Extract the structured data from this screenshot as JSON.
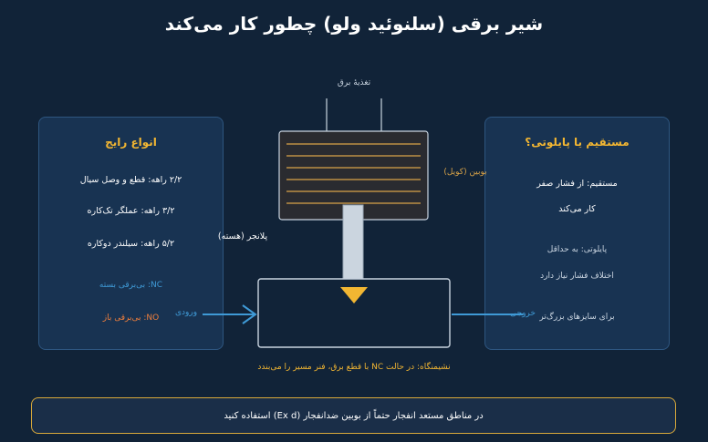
{
  "title": "شیر برقی (سلنوئید ولو) چطور کار می‌کند",
  "diagram": {
    "power_label": "تغذیهٔ برق",
    "coil_label": "بوبین (کویل)",
    "plunger_label": "پلانجر (هسته)",
    "inlet_label": "ورودی",
    "outlet_label": "خروجی",
    "seat_note": "نشیمنگاه: در حالت NC با قطع برق، فنر مسیر را می‌بندد"
  },
  "left_panel": {
    "title": "انواع رایج",
    "items": [
      "۲/۲ راهه: قطع و وصل سیال",
      "۳/۲ راهه: عملگر تک‌کاره",
      "۵/۲ راهه: سیلندر دوکاره"
    ],
    "nc": "NC: بی‌برقی بسته",
    "no": "NO: بی‌برقی باز"
  },
  "right_panel": {
    "title": "مستقیم یا پایلوتی؟",
    "direct_line1": "مستقیم: از فشار صفر",
    "direct_line2": "کار می‌کند",
    "pilot_line1": "پایلوتی: به حداقل",
    "pilot_line2": "اختلاف فشار نیاز دارد",
    "pilot_line3": "برای سایزهای بزرگ‌تر"
  },
  "warning": "در مناطق مستعد انفجار حتماً از بوبین ضدانفجار (Ex d) استفاده کنید",
  "colors": {
    "background": "#112338",
    "panel": "#183352",
    "accent_gold": "#f2b632",
    "accent_blue": "#3f9ad6",
    "accent_orange": "#f07f3c",
    "coil_wire": "#d9a348"
  },
  "icons": {
    "inlet_arrow": "arrow-right-icon",
    "outlet_arrow": "line-icon",
    "seat": "triangle-down-icon"
  }
}
